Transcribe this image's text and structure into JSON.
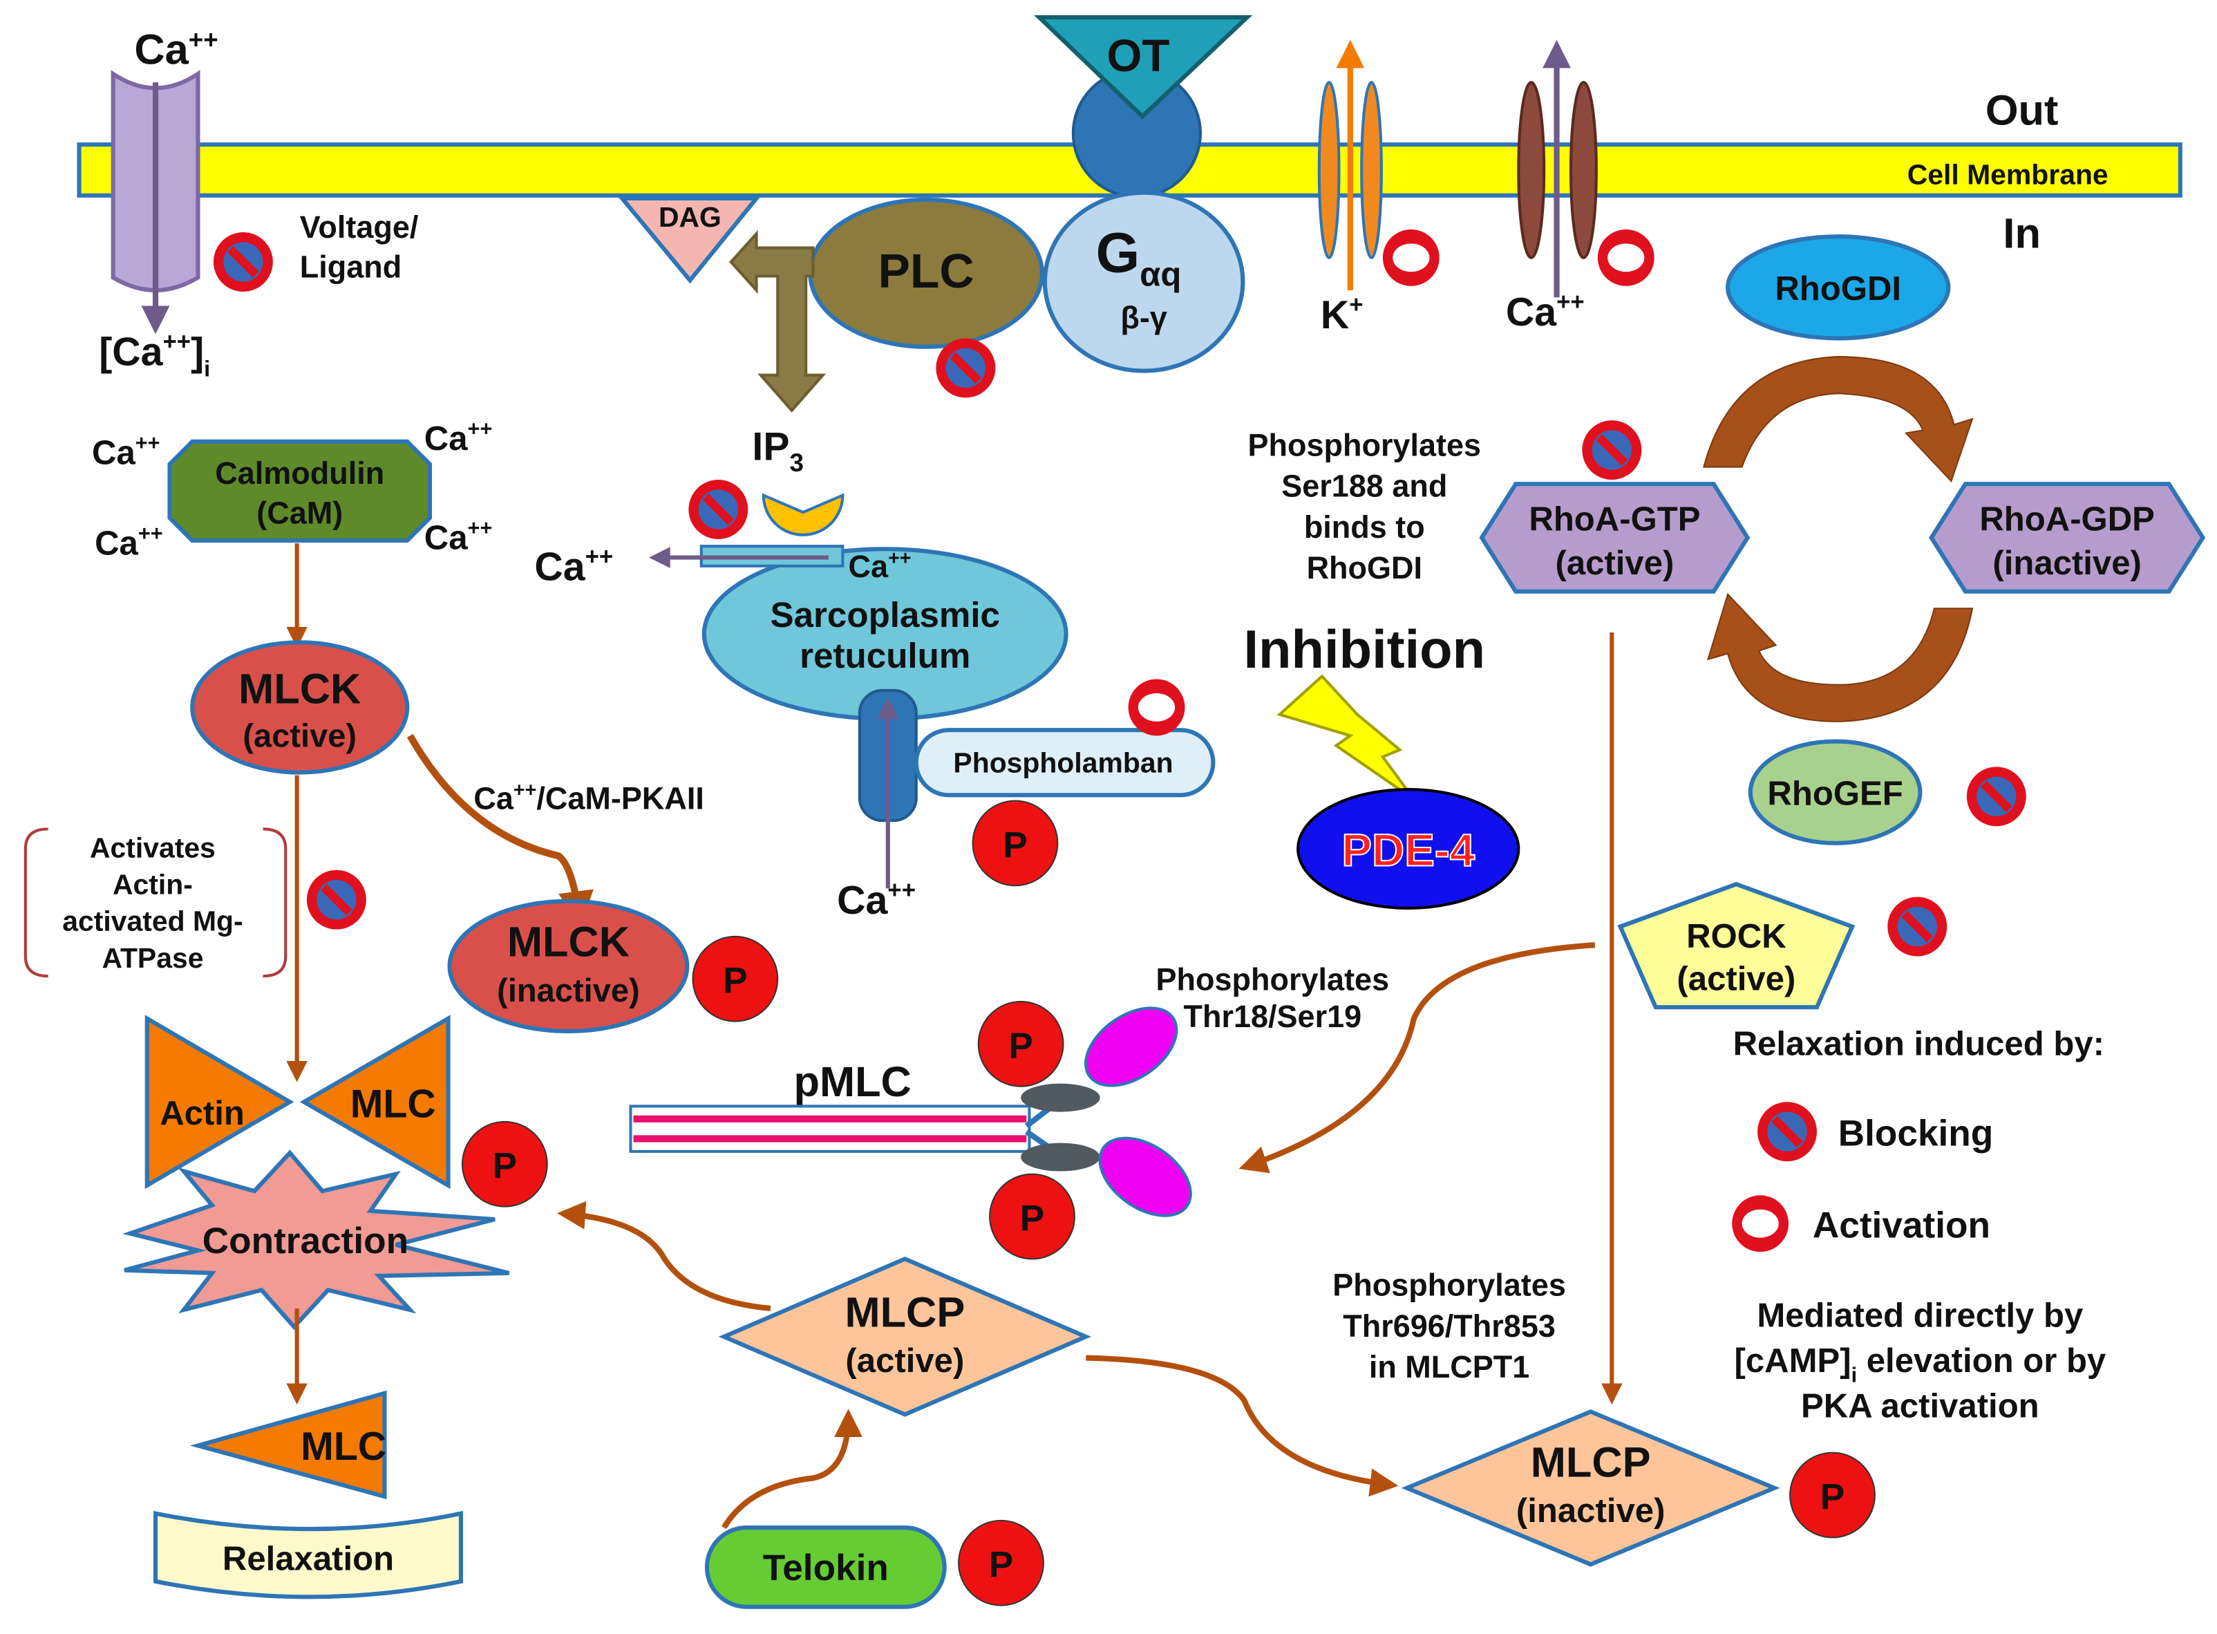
{
  "colors": {
    "membrane": "#FFFF00",
    "arrow": "#B4500E",
    "block_ring": "#E0101E",
    "block_fill": "#3A68B8",
    "activation_fill": "#ffffff",
    "phospho": "#EE1111",
    "orange": "#F57A00",
    "salmon": "#FFC59A",
    "mlck": "#D9504A",
    "calmodulin": "#5E8A2A",
    "rho_purple": "#B69CCC",
    "sr": "#6FC7D9",
    "pde4": "#1010EE",
    "plc": "#8C7B3C"
  },
  "legend_icons": {
    "block": "block-icon",
    "activate": "activation-icon",
    "phospho": "phospho-icon"
  },
  "labels": {
    "out": "Out",
    "in": "In",
    "cell_membrane": "Cell Membrane",
    "ca_top": "Ca",
    "ca_i": "[Ca",
    "ca_i_sub": "i",
    "plus2": "++",
    "plus1": "+",
    "voltage1": "Voltage/",
    "voltage2": "Ligand",
    "ot": "OT",
    "dag": "DAG",
    "plc": "PLC",
    "g_main": "G",
    "g_sub": "αq",
    "g_bg": "β-γ",
    "k": "K",
    "ca": "Ca",
    "ip": "IP",
    "ip_sub": "3",
    "calmodulin1": "Calmodulin",
    "calmodulin2": "(CaM)",
    "mlck": "MLCK",
    "active": "(active)",
    "inactive": "(inactive)",
    "camkii": "Ca",
    "camkii_tail": "/CaM-PKAII",
    "activates": [
      "Activates",
      "Actin-",
      "activated Mg-",
      "ATPase"
    ],
    "actin": "Actin",
    "mlc": "MLC",
    "contraction": "Contraction",
    "relaxation": "Relaxation",
    "sr1": "Sarcoplasmic",
    "sr2": "retuculum",
    "phospholamban": "Phospholamban",
    "p": "P",
    "pmlc": "pMLC",
    "phos_thr": [
      "Phosphorylates",
      "Thr18/Ser19"
    ],
    "mlcp": "MLCP",
    "telokin": "Telokin",
    "phos_ser": [
      "Phosphorylates",
      "Ser188 and",
      "binds to",
      "RhoGDI"
    ],
    "inhibition": "Inhibition",
    "pde4": "PDE-4",
    "rhogdi": "RhoGDI",
    "rhoa_gtp": "RhoA-GTP",
    "rhoa_gdp": "RhoA-GDP",
    "rhogef": "RhoGEF",
    "rock": "ROCK",
    "phos_mlcpt": [
      "Phosphorylates",
      "Thr696/Thr853",
      "in MLCPT1"
    ],
    "relax_by": "Relaxation induced by:",
    "blocking": "Blocking",
    "activation": "Activation",
    "mediated1": "Mediated directly by",
    "mediated2": "[cAMP]",
    "mediated2_sub": "i",
    "mediated2_tail": " elevation or by",
    "mediated3": "PKA activation"
  }
}
